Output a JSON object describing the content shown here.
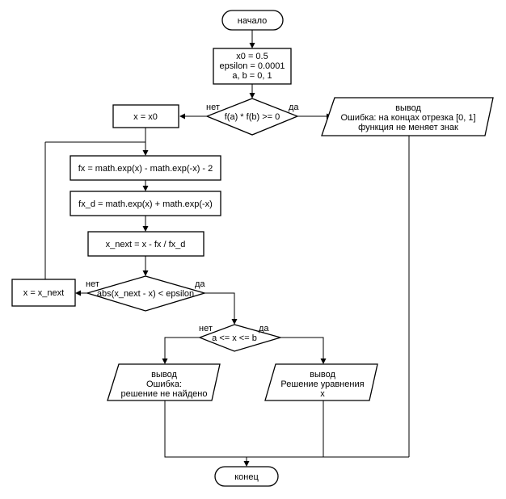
{
  "nodes": {
    "start": [
      "начало"
    ],
    "init": [
      "x0 = 0.5",
      "epsilon = 0.0001",
      "a, b = 0, 1"
    ],
    "check_sign": [
      "f(a) * f(b) >= 0"
    ],
    "sign_error": [
      "вывод",
      "Ошибка: на концах отрезка [0, 1]",
      "функция не меняет знак"
    ],
    "assign_x0": [
      "x = x0"
    ],
    "fx": [
      "fx = math.exp(x) - math.exp(-x) - 2"
    ],
    "fx_d": [
      "fx_d = math.exp(x) + math.exp(-x)"
    ],
    "x_next": [
      "x_next = x - fx / fx_d"
    ],
    "check_eps": [
      "abs(x_next - x) < epsilon"
    ],
    "assign_next": [
      "x = x_next"
    ],
    "check_range": [
      "a <= x <= b"
    ],
    "not_found": [
      "вывод",
      "Ошибка:",
      "решение не найдено"
    ],
    "solution": [
      "вывод",
      "Решение уравнения",
      "x"
    ],
    "end": [
      "конец"
    ]
  },
  "branch_labels": {
    "check_sign_no": "нет",
    "check_sign_yes": "да",
    "check_eps_no": "нет",
    "check_eps_yes": "да",
    "check_range_no": "нет",
    "check_range_yes": "да"
  }
}
